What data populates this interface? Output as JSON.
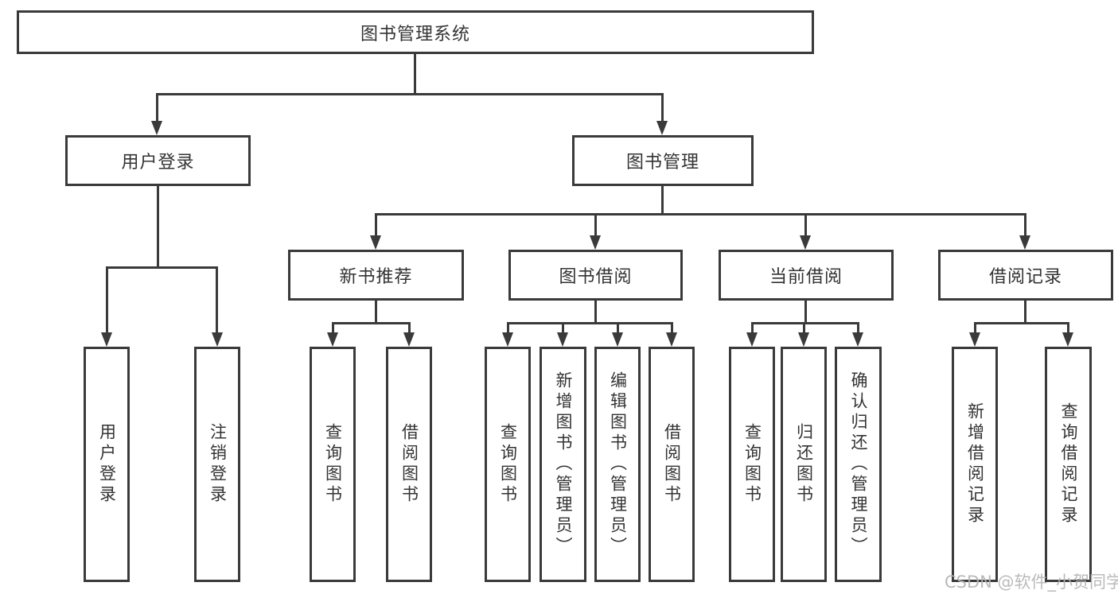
{
  "colors": {
    "line": "#3a3a3a",
    "text": "#333333",
    "watermark": "#b5b5b5",
    "background": "#ffffff"
  },
  "watermark": {
    "text": "CSDN @软件_小贺同学"
  },
  "tree": {
    "root": {
      "label": "图书管理系统"
    },
    "branches": [
      {
        "label": "用户登录",
        "children": [
          {
            "label": "用户登录"
          },
          {
            "label": "注销登录"
          }
        ]
      },
      {
        "label": "图书管理",
        "children": [
          {
            "label": "新书推荐",
            "children": [
              {
                "label": "查询图书"
              },
              {
                "label": "借阅图书"
              }
            ]
          },
          {
            "label": "图书借阅",
            "children": [
              {
                "label": "查询图书"
              },
              {
                "label": "新增图书（管理员）"
              },
              {
                "label": "编辑图书（管理员）"
              },
              {
                "label": "借阅图书"
              }
            ]
          },
          {
            "label": "当前借阅",
            "children": [
              {
                "label": "查询图书"
              },
              {
                "label": "归还图书"
              },
              {
                "label": "确认归还（管理员）"
              }
            ]
          },
          {
            "label": "借阅记录",
            "children": [
              {
                "label": "新增借阅记录"
              },
              {
                "label": "查询借阅记录"
              }
            ]
          }
        ]
      }
    ]
  }
}
